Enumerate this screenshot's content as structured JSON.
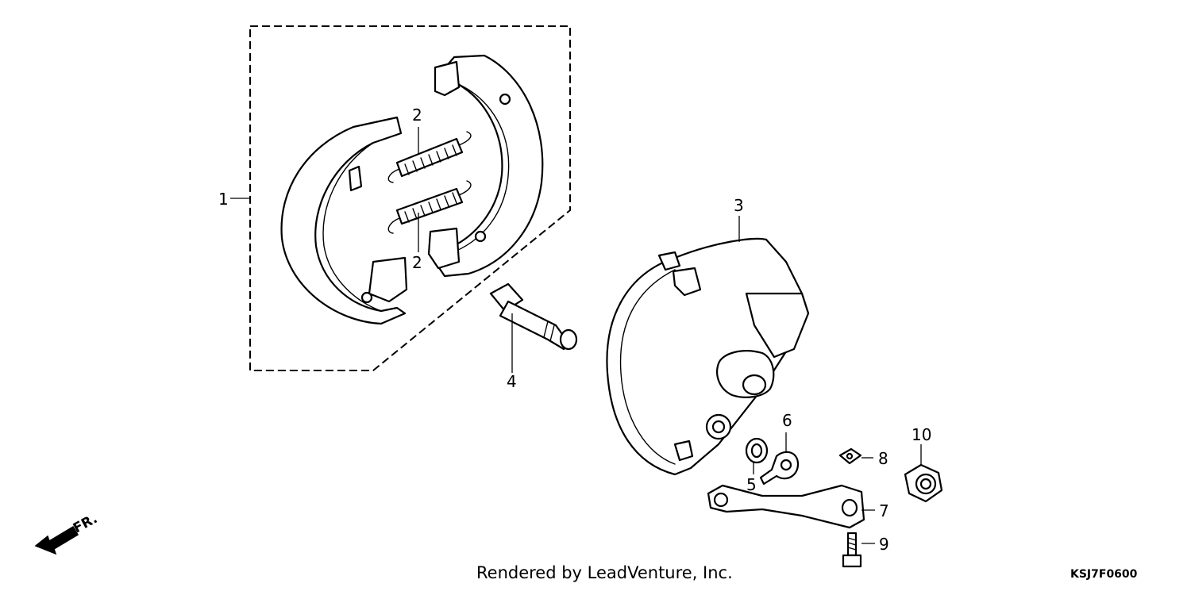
{
  "diagram": {
    "callouts": {
      "p1": "1",
      "p2a": "2",
      "p2b": "2",
      "p3": "3",
      "p4": "4",
      "p5": "5",
      "p6": "6",
      "p7": "7",
      "p8": "8",
      "p9": "9",
      "p10": "10"
    },
    "direction_label": "FR."
  },
  "footer": {
    "credit": "Rendered by LeadVenture, Inc.",
    "diagram_code": "KSJ7F0600"
  }
}
